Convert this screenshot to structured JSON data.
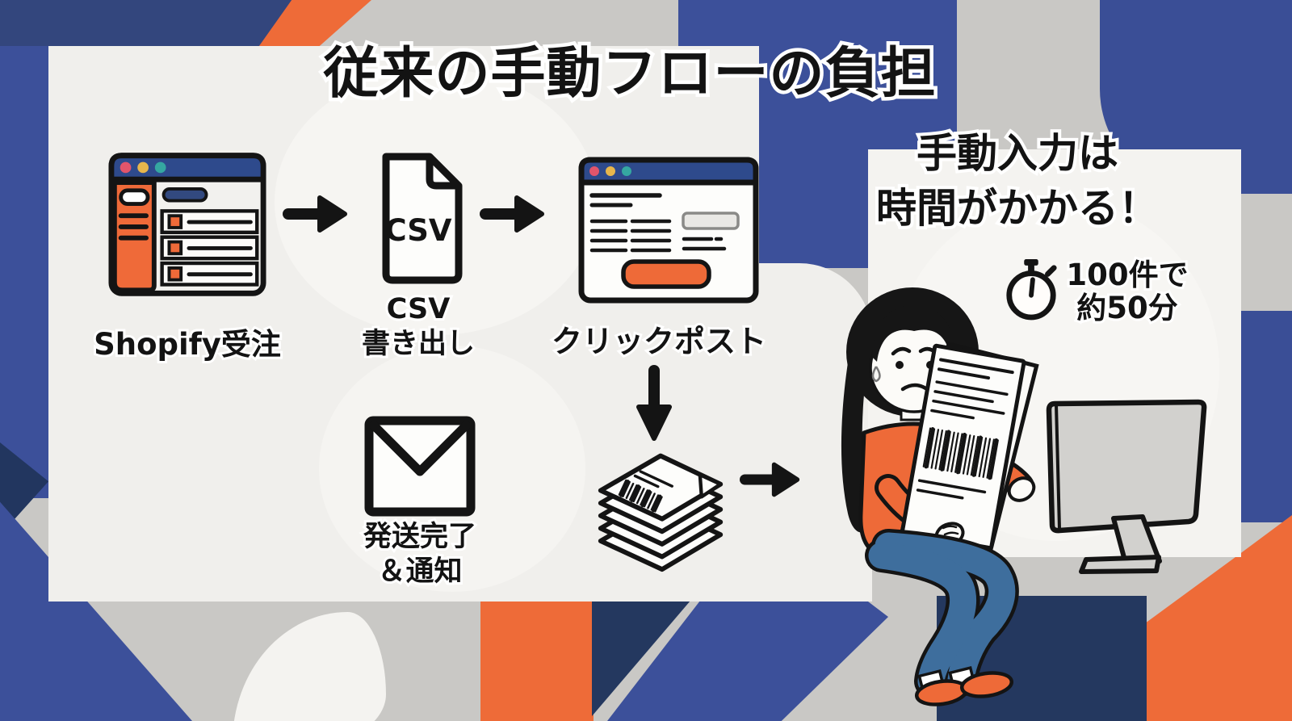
{
  "title": "従来の手動フローの負担",
  "flow": {
    "step1_label": "Shopify受注",
    "step2_file_text": "CSV",
    "step2_label_line1": "CSV",
    "step2_label_line2": "書き出し",
    "step3_label": "クリックポスト",
    "step5_label_line1": "発送完了",
    "step5_label_line2": "＆通知"
  },
  "callout": {
    "line1": "手動入力は",
    "line2": "時間がかかる！"
  },
  "stat": {
    "line1": "100件で",
    "line2": "約50分"
  },
  "icons": {
    "step1": "browser-admin-icon",
    "step2": "csv-file-icon",
    "step3": "browser-form-icon",
    "step4": "shipping-labels-stack-icon",
    "step5": "envelope-icon",
    "stat": "stopwatch-icon",
    "scene": [
      "worried-woman-illustration",
      "monitor-back-illustration"
    ]
  },
  "colors": {
    "royal_blue": "#3c509a",
    "navy": "#24385f",
    "browser_bar_navy": "#2e4a8c",
    "orange": "#ee6b38",
    "gray": "#c9c8c5",
    "panel_offwhite": "#f0efec",
    "jeans_blue": "#3e6e9d",
    "ink": "#141414"
  }
}
